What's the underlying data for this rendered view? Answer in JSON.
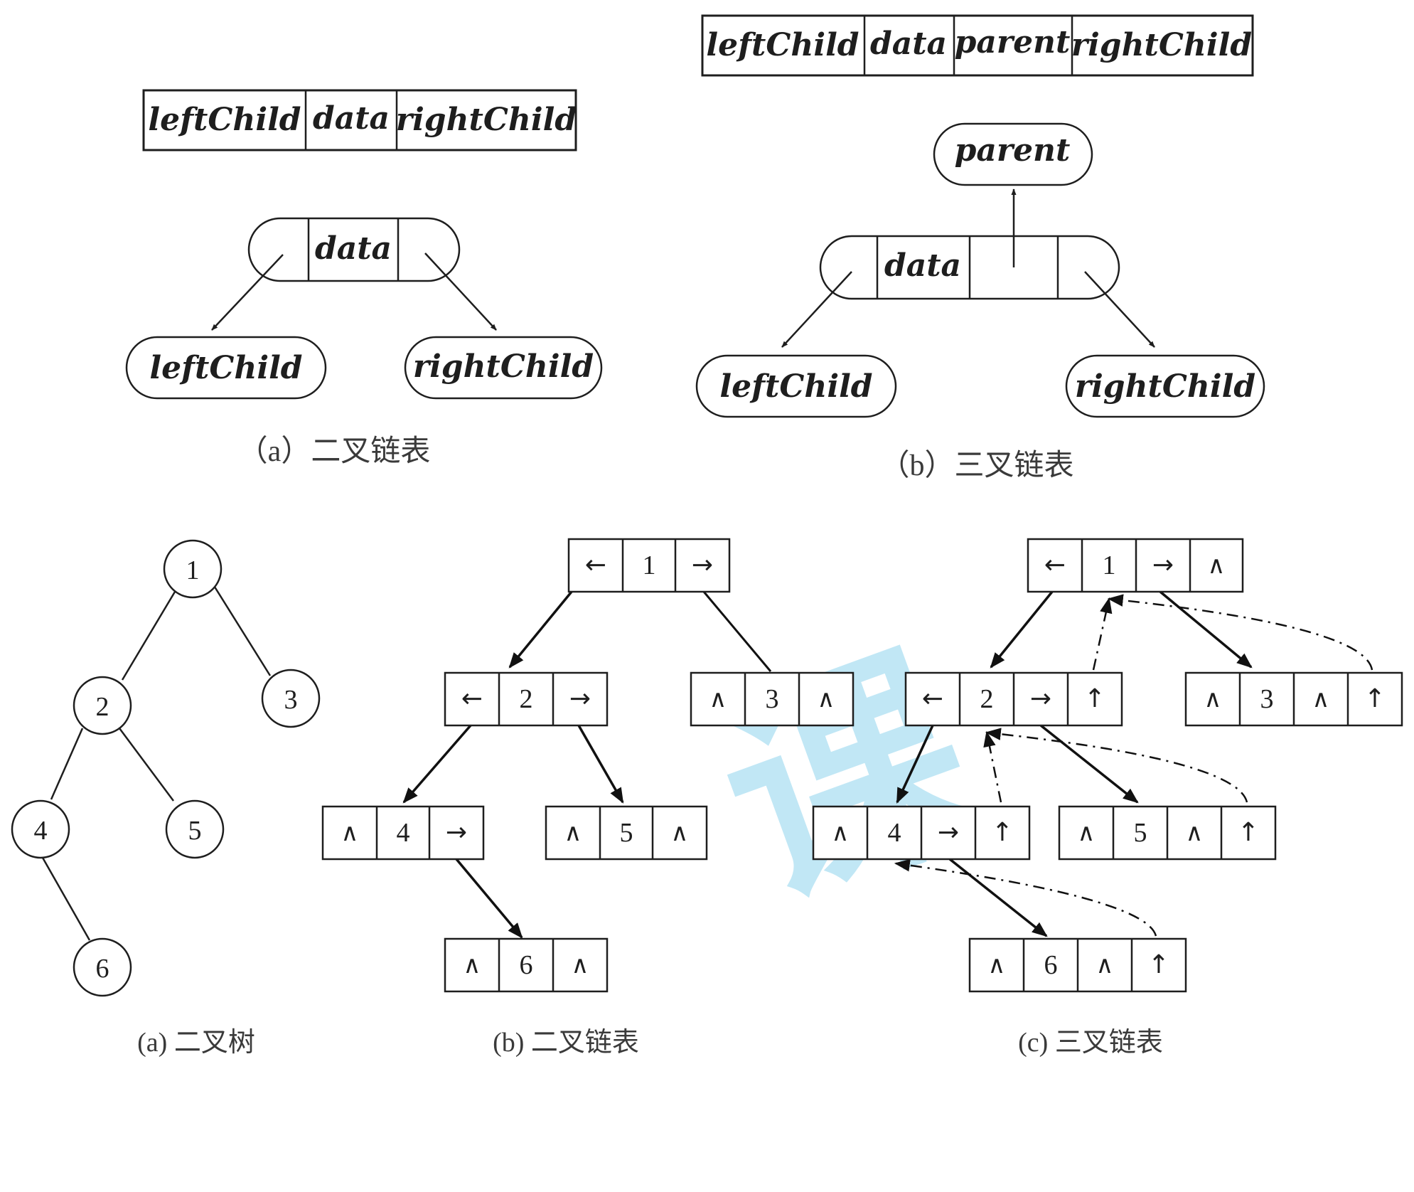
{
  "top": {
    "binary": {
      "fields": [
        "leftChild",
        "data",
        "rightChild"
      ],
      "node_data": "data",
      "left_child": "leftChild",
      "right_child": "rightChild",
      "caption": "（a）二叉链表"
    },
    "trinary": {
      "fields": [
        "leftChild",
        "data",
        "parent",
        "rightChild"
      ],
      "parent": "parent",
      "node_data": "data",
      "left_child": "leftChild",
      "right_child": "rightChild",
      "caption": "（b）三叉链表"
    }
  },
  "symbols": {
    "left": "←",
    "right": "→",
    "null": "∧",
    "up": "↑"
  },
  "tree": {
    "nodes": [
      "1",
      "2",
      "3",
      "4",
      "5",
      "6"
    ],
    "caption": "(a)  二叉树"
  },
  "binary_list": {
    "nodes": [
      {
        "cells": [
          "←",
          "1",
          "→"
        ]
      },
      {
        "cells": [
          "←",
          "2",
          "→"
        ]
      },
      {
        "cells": [
          "∧",
          "3",
          "∧"
        ]
      },
      {
        "cells": [
          "∧",
          "4",
          "→"
        ]
      },
      {
        "cells": [
          "∧",
          "5",
          "∧"
        ]
      },
      {
        "cells": [
          "∧",
          "6",
          "∧"
        ]
      }
    ],
    "caption": "(b)  二叉链表"
  },
  "trinary_list": {
    "nodes": [
      {
        "cells": [
          "←",
          "1",
          "→",
          "∧"
        ]
      },
      {
        "cells": [
          "←",
          "2",
          "→",
          "↑"
        ]
      },
      {
        "cells": [
          "∧",
          "3",
          "∧",
          "↑"
        ]
      },
      {
        "cells": [
          "∧",
          "4",
          "→",
          "↑"
        ]
      },
      {
        "cells": [
          "∧",
          "5",
          "∧",
          "↑"
        ]
      },
      {
        "cells": [
          "∧",
          "6",
          "∧",
          "↑"
        ]
      }
    ],
    "caption": "(c)  三叉链表"
  },
  "watermark": "课"
}
